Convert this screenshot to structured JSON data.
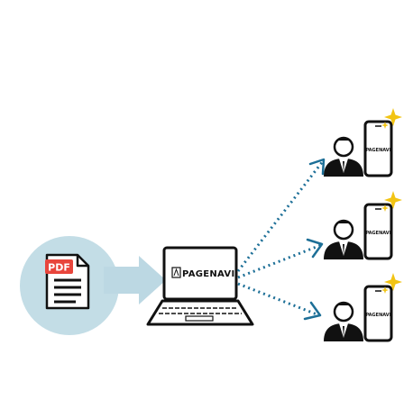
{
  "pdf_icon": {
    "label": "PDF"
  },
  "laptop": {
    "brand": "PAGENAVI"
  },
  "phones": [
    {
      "brand": "PAGENAVI"
    },
    {
      "brand": "PAGENAVI"
    },
    {
      "brand": "PAGENAVI"
    }
  ],
  "colors": {
    "circle": "#c3dde6",
    "arrow_fill": "#bcd8e3",
    "pdf_badge": "#e8453c",
    "connector": "#1d6f97",
    "sparkle": "#f2c414",
    "outline": "#111111"
  },
  "icons": [
    "pdf-file-icon",
    "laptop-icon",
    "person-icon",
    "smartphone-icon",
    "sparkle-icon"
  ]
}
